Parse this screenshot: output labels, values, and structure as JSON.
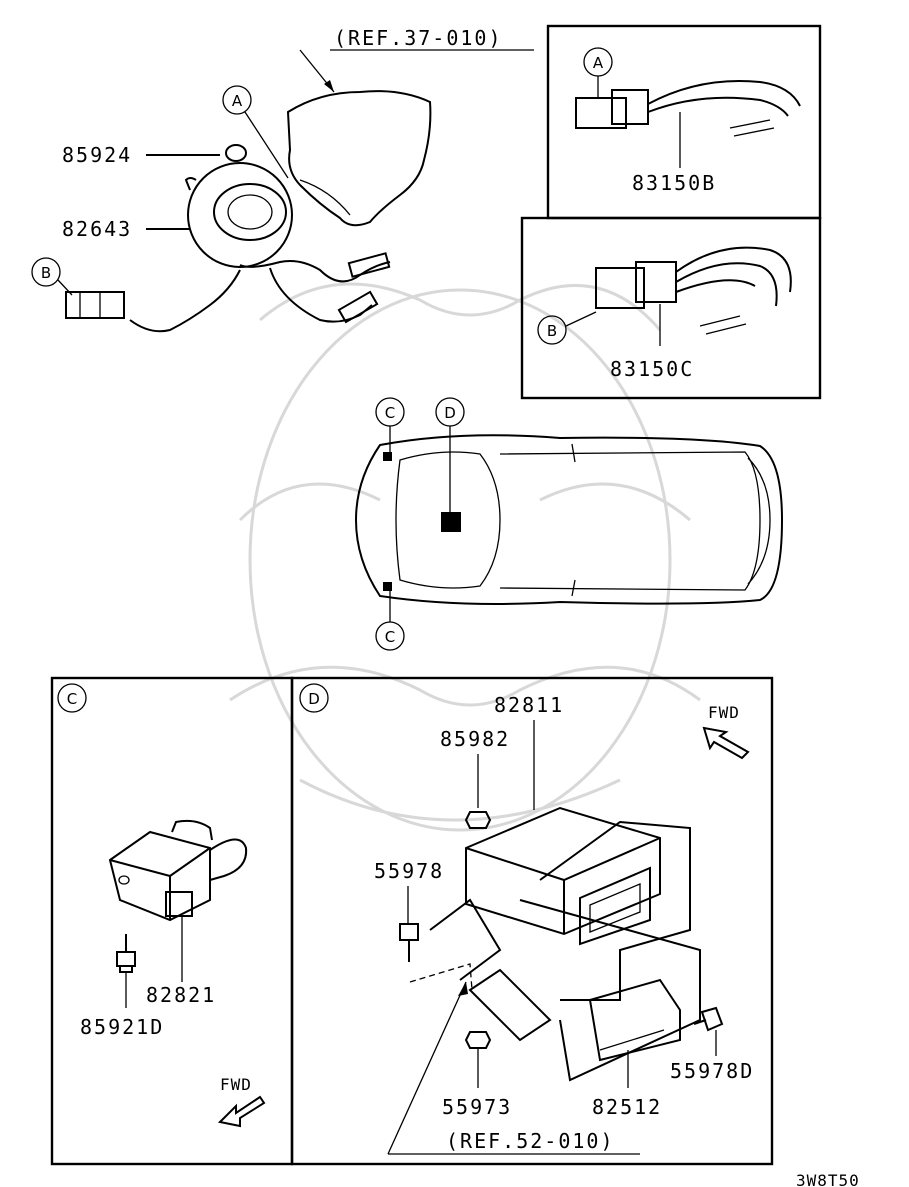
{
  "diagram_code": "3W8T50",
  "references": {
    "airbag": "(REF.37-010)",
    "floor": "(REF.52-010)"
  },
  "callouts": {
    "a": "A",
    "b": "B",
    "c": "C",
    "d": "D"
  },
  "parts": {
    "bolt_clock_spring": "85924",
    "clock_spring": "82643",
    "harness_a": "83150B",
    "harness_b": "83150C",
    "side_sensor": "82821",
    "sensor_bolt": "85921D",
    "srs_unit": "82811",
    "unit_nut": "85982",
    "bracket_bolt": "55978",
    "bracket_bolt_d": "55978D",
    "bracket_nut": "55973",
    "control_unit": "82512"
  },
  "fwd_label": "FWD"
}
